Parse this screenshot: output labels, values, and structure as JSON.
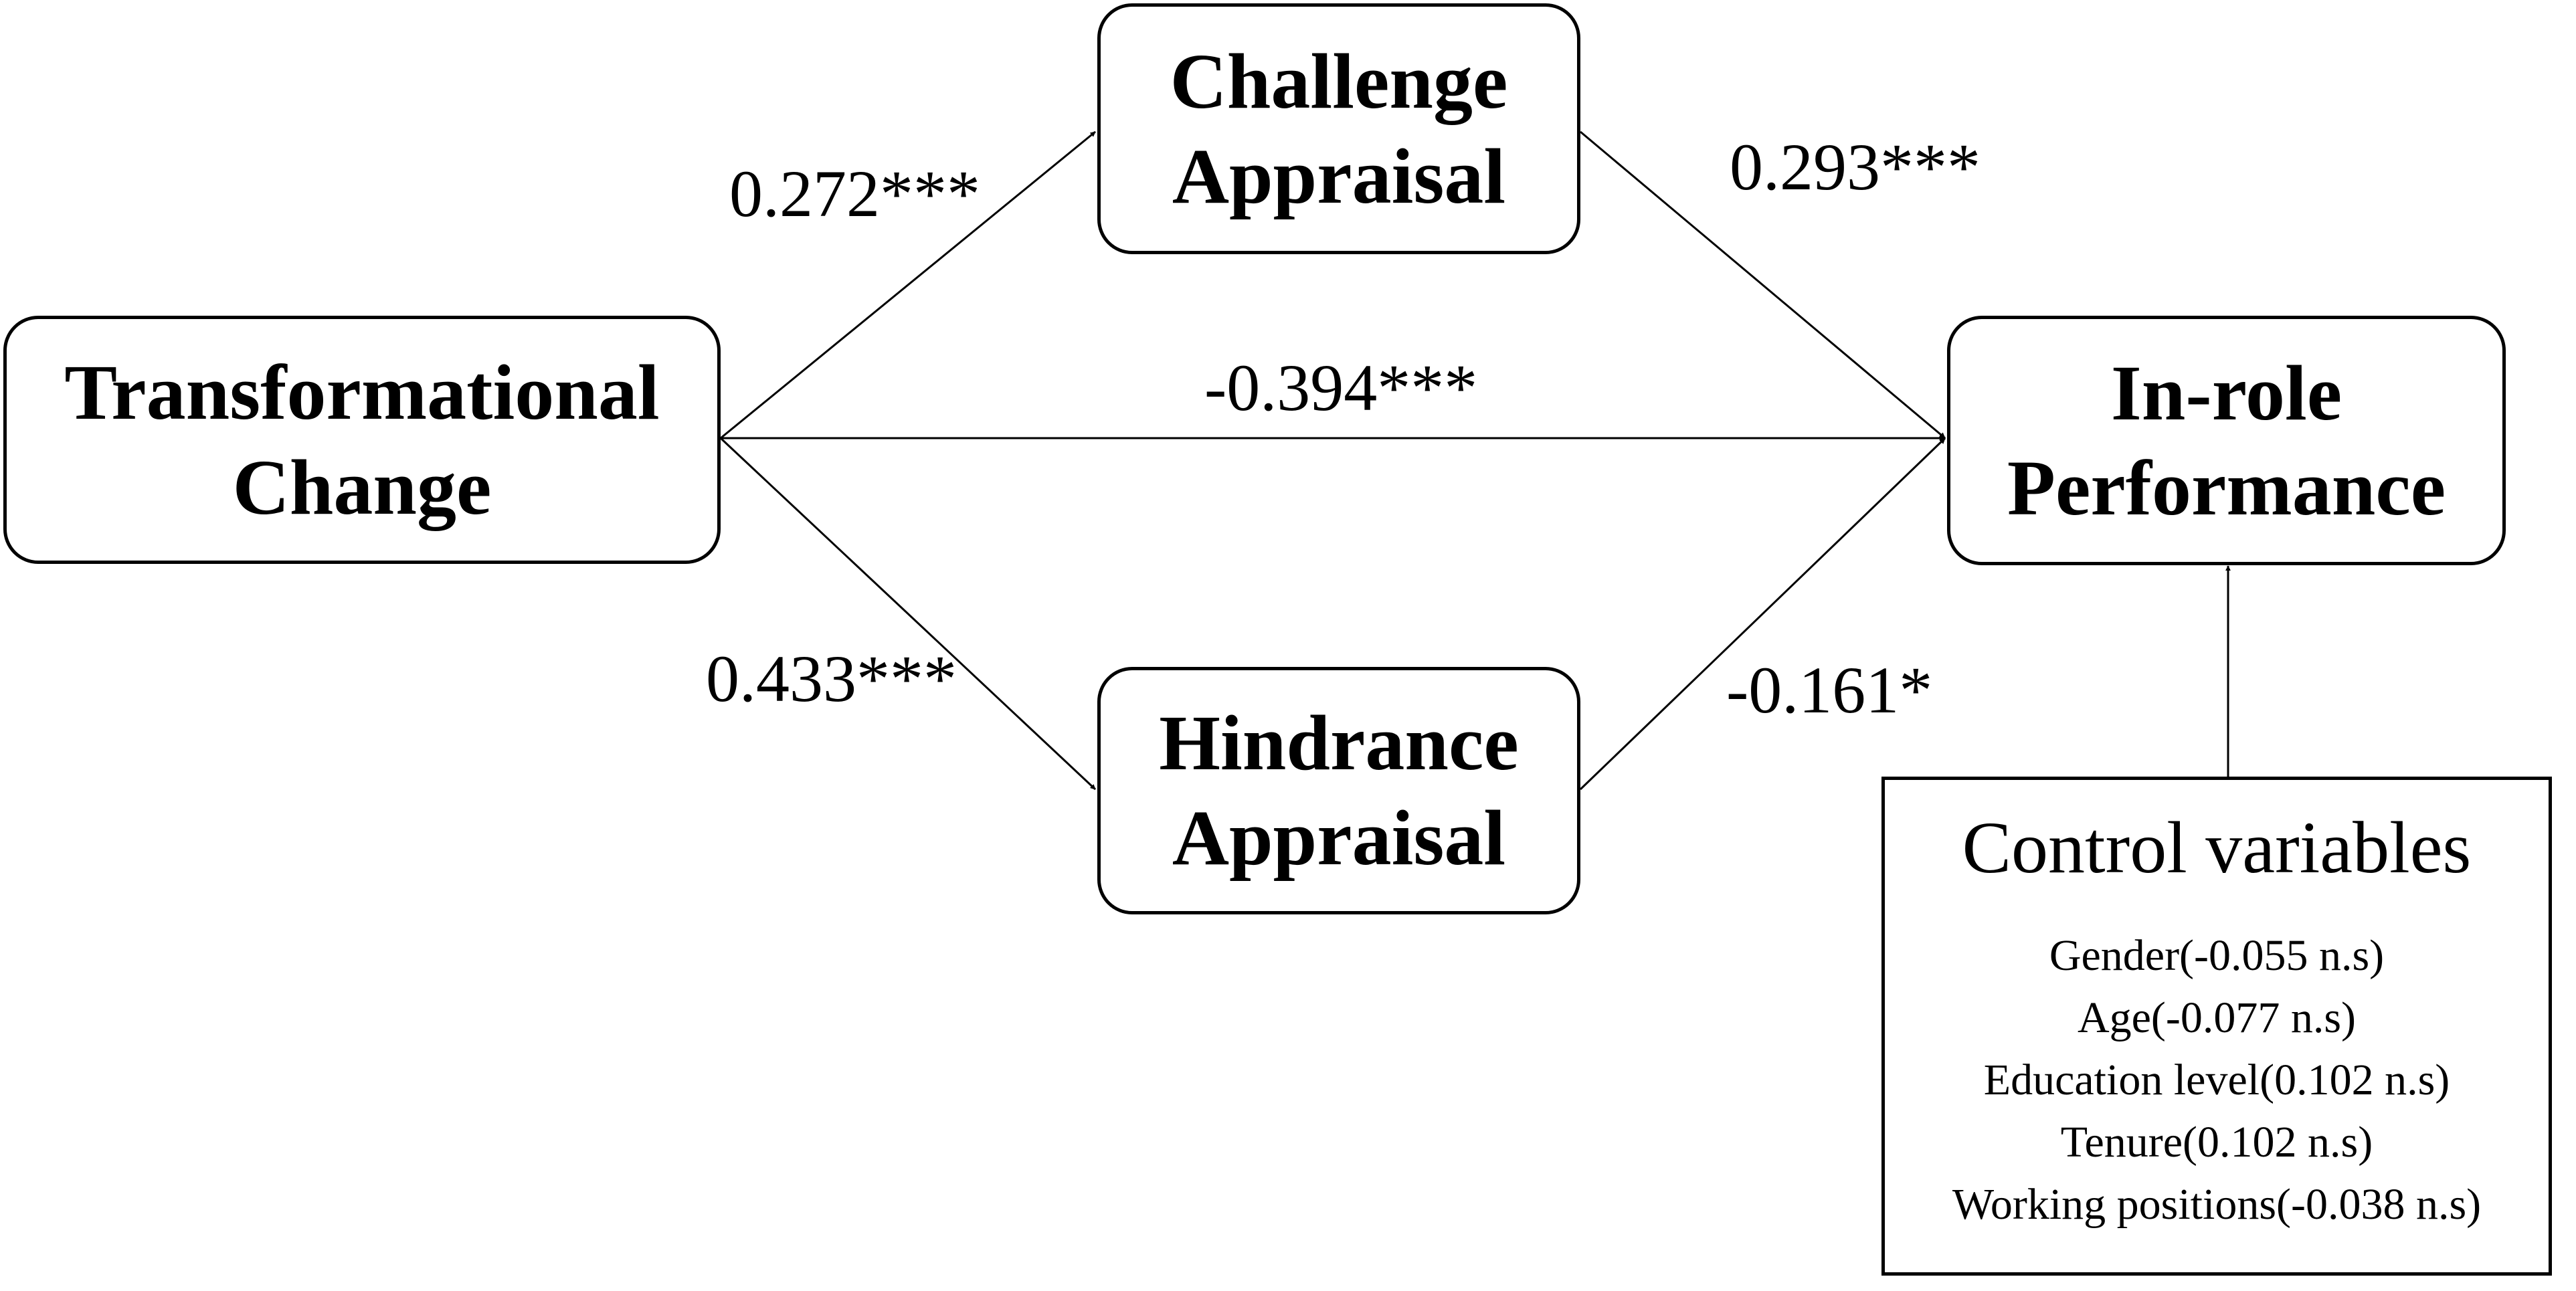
{
  "nodes": {
    "transformational_change": {
      "line1": "Transformational",
      "line2": "Change"
    },
    "challenge_appraisal": {
      "line1": "Challenge",
      "line2": "Appraisal"
    },
    "hindrance_appraisal": {
      "line1": "Hindrance",
      "line2": "Appraisal"
    },
    "in_role_performance": {
      "line1": "In-role",
      "line2": "Performance"
    }
  },
  "paths": {
    "tc_to_challenge": "0.272***",
    "tc_to_hindrance": "0.433***",
    "tc_to_performance": "-0.394***",
    "challenge_to_performance": "0.293***",
    "hindrance_to_performance": "-0.161*"
  },
  "controls": {
    "title": "Control variables",
    "items": [
      "Gender(-0.055 n.s)",
      "Age(-0.077 n.s)",
      "Education level(0.102 n.s)",
      "Tenure(0.102 n.s)",
      "Working positions(-0.038 n.s)"
    ]
  }
}
